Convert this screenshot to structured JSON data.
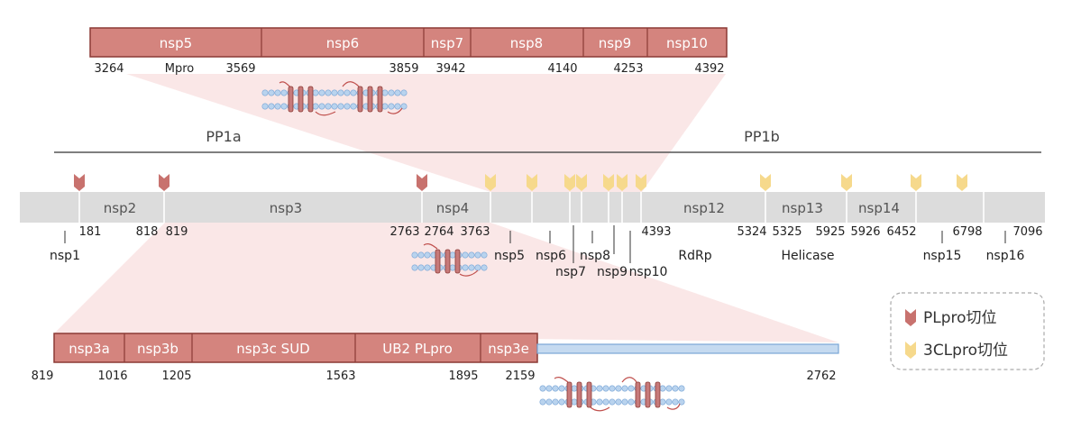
{
  "colors": {
    "segment_fill": "#D4847E",
    "segment_stroke": "#8B3A35",
    "genome_fill": "#DCDCDC",
    "pl_cut": "#C8726E",
    "cl_cut": "#F6D98C",
    "zoom_fill": "#F5D3D3",
    "membrane_fill": "#B9D3EE",
    "tm_fill": "#C77A7A"
  },
  "polyprotein": {
    "pp1a": "PP1a",
    "pp1b": "PP1b"
  },
  "top_zoom": {
    "segments": [
      "nsp5",
      "nsp6",
      "nsp7",
      "nsp8",
      "nsp9",
      "nsp10"
    ],
    "numbers": [
      "3264",
      "Mpro",
      "3569",
      "3859",
      "3942",
      "4140",
      "4253",
      "4392"
    ]
  },
  "main_bar": {
    "segments": [
      "nsp2",
      "nsp3",
      "nsp4",
      "nsp12",
      "nsp13",
      "nsp14"
    ],
    "numbers": [
      "181",
      "818",
      "819",
      "2763",
      "2764",
      "3763",
      "4393",
      "5324",
      "5325",
      "5925",
      "5926",
      "6452",
      "6798",
      "7096"
    ],
    "below_labels": [
      "nsp1",
      "nsp5",
      "nsp6",
      "nsp7",
      "nsp8",
      "nsp9",
      "nsp10",
      "RdRp",
      "Helicase",
      "nsp15",
      "nsp16"
    ]
  },
  "bottom_zoom": {
    "segments": [
      "nsp3a",
      "nsp3b",
      "nsp3c SUD",
      "UB2 PLpro",
      "nsp3e"
    ],
    "numbers": [
      "819",
      "1016",
      "1205",
      "1563",
      "1895",
      "2159",
      "2762"
    ]
  },
  "legend": {
    "pl": "PLpro切位",
    "cl": "3CLpro切位"
  }
}
